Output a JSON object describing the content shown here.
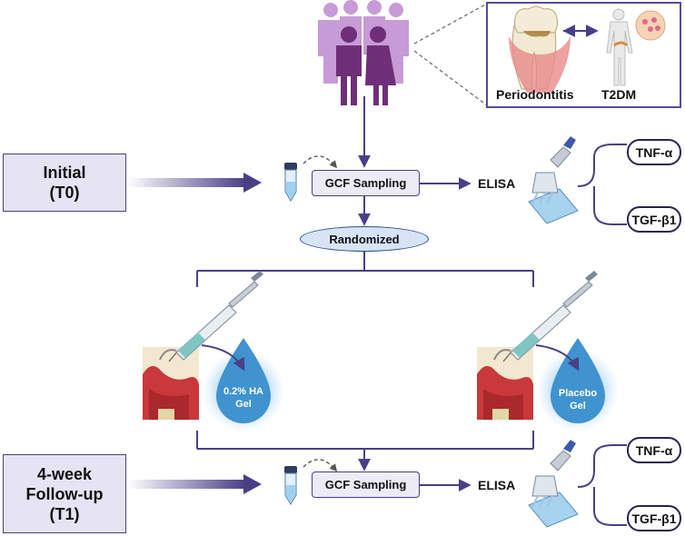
{
  "phases": {
    "initial_line1": "Initial",
    "initial_line2": "(T0)",
    "followup_line1": "4-week",
    "followup_line2": "Follow-up",
    "followup_line3": "(T1)"
  },
  "steps": {
    "sampling_top": "GCF Sampling",
    "sampling_bottom": "GCF Sampling",
    "assay_top": "ELISA",
    "assay_bottom": "ELISA",
    "randomized": "Randomized"
  },
  "markers": {
    "top_1": "TNF-α",
    "top_2": "TGF-β1",
    "bottom_1": "TNF-α",
    "bottom_2": "TGF-β1"
  },
  "conditions": {
    "left": "Periodontitis",
    "right": "T2DM"
  },
  "gels": {
    "treatment_line1": "0.2% HA",
    "treatment_line2": "Gel",
    "placebo_line1": "Placebo",
    "placebo_line2": "Gel"
  },
  "colors": {
    "flow": "#4a3f86",
    "panel_border": "#5a4a96",
    "drop": "#3f93cf",
    "gum": "#c9383a",
    "people_light": "#c79bd6",
    "people_dark": "#6e2f78"
  },
  "icons": [
    "patient-group-icon",
    "tooth-icon",
    "human-body-icon",
    "pancreas-icon",
    "sample-tube-icon",
    "pipette-plate-icon",
    "syringe-icon",
    "gum-cross-section-icon",
    "gel-drop-icon"
  ]
}
